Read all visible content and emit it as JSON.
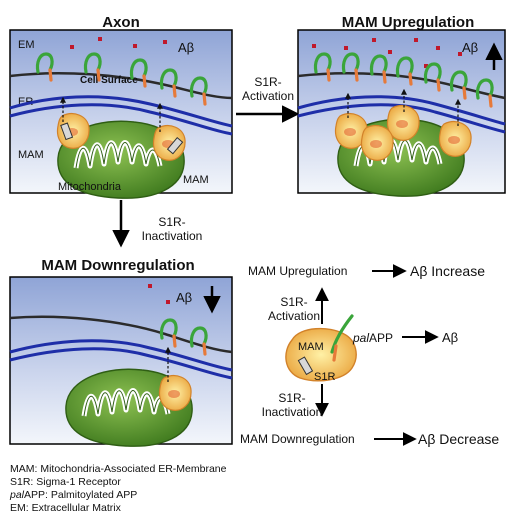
{
  "panels": {
    "axon": {
      "title": "Axon",
      "em": "EM",
      "er": "ER",
      "abeta": "Aβ",
      "cell_surface": "Cell Surface",
      "mam_left": "MAM",
      "mam_right": "MAM",
      "mitochondria": "Mitochondria"
    },
    "up": {
      "title": "MAM Upregulation",
      "abeta": "Aβ"
    },
    "down": {
      "title": "MAM Downregulation",
      "abeta": "Aβ"
    }
  },
  "arrows": {
    "activation": {
      "line1": "S1R-",
      "line2": "Activation"
    },
    "inactivation": {
      "line1": "S1R-",
      "line2": "Inactivation"
    }
  },
  "schematic": {
    "mam_up": "MAM Upregulation",
    "ab_increase": "Aβ Increase",
    "activation_line1": "S1R-",
    "activation_line2": "Activation",
    "mam": "MAM",
    "s1r": "S1R",
    "palapp_italic": "pal",
    "palapp_rest": "APP",
    "ab": "Aβ",
    "inactivation_line1": "S1R-",
    "inactivation_line2": "Inactivation",
    "mam_down": "MAM Downregulation",
    "ab_decrease": "Aβ Decrease"
  },
  "legend": {
    "mam": "MAM: Mitochondria-Associated ER-Membrane",
    "s1r": "S1R: Sigma-1 Receptor",
    "palapp_italic": "pal",
    "palapp_rest": "APP: Palmitoylated APP",
    "em": "EM: Extracellular Matrix"
  },
  "colors": {
    "sky_top": "#8fa4d6",
    "sky_bottom": "#f3f6fb",
    "membrane": "#1e2ea8",
    "cell_surface": "#2b2b2b",
    "mito": "#5e9a2f",
    "mam_fill": "#f0c23a",
    "app_green": "#3aa53a",
    "app_orange": "#e67a3a",
    "abeta_dot": "#c0182b"
  }
}
